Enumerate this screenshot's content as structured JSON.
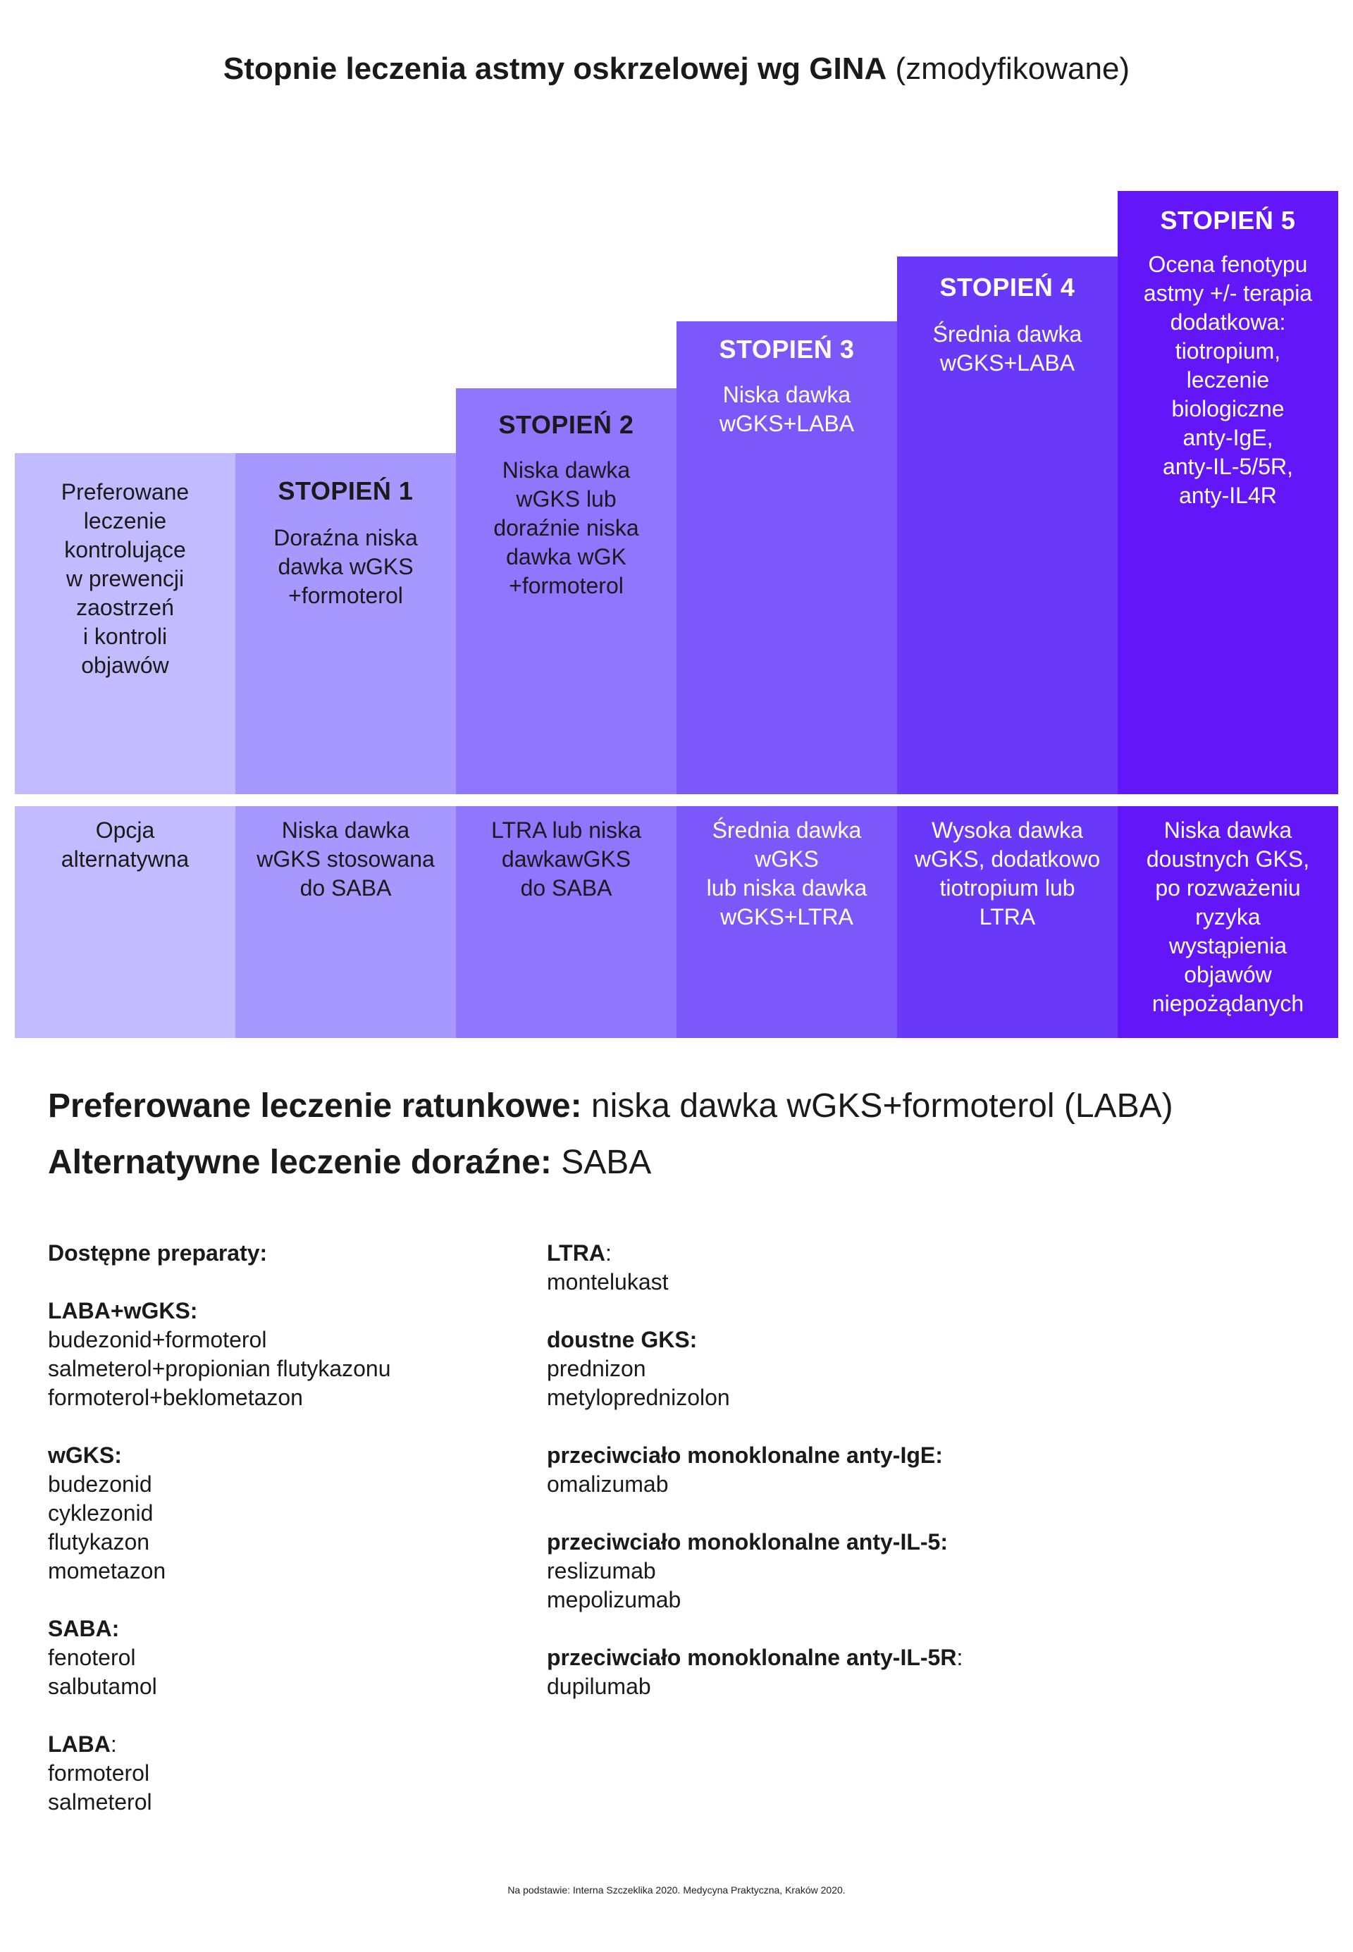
{
  "title": {
    "bold": "Stopnie leczenia astmy oskrzelowej wg GINA",
    "normal": " (zmodyfikowane)"
  },
  "colors": {
    "c0": "#c2bbff",
    "c1": "#a698ff",
    "c2": "#9075ff",
    "c3": "#7c58fb",
    "c4": "#6a38f8",
    "c5": "#6317f8"
  },
  "steps": [
    {
      "title": "",
      "desc": "Preferowane\nleczenie\nkontrolujące\nw prewencji\nzaostrzeń\ni kontroli\nobjawów"
    },
    {
      "title": "STOPIEŃ 1",
      "desc": "Doraźna niska\ndawka wGKS\n+formoterol"
    },
    {
      "title": "STOPIEŃ 2",
      "desc": "Niska dawka\nwGKS lub\ndoraźnie niska\ndawka wGK\n+formoterol"
    },
    {
      "title": "STOPIEŃ 3",
      "desc": "Niska dawka\nwGKS+LABA"
    },
    {
      "title": "STOPIEŃ 4",
      "desc": "Średnia dawka\nwGKS+LABA"
    },
    {
      "title": "STOPIEŃ 5",
      "desc": "Ocena fenotypu\nastmy +/- terapia\ndodatkowa:\ntiotropium,\nleczenie\nbiologiczne\nanty-IgE,\nanty-IL-5/5R,\nanty-IL4R"
    }
  ],
  "alternatives": [
    "Opcja\nalternatywna",
    "Niska dawka\nwGKS stosowana\ndo SABA",
    "LTRA lub niska\ndawkawGKS\ndo SABA",
    "Średnia dawka\nwGKS\nlub niska dawka\nwGKS+LTRA",
    "Wysoka dawka\nwGKS, dodatkowo\ntiotropium lub\nLTRA",
    "Niska dawka\ndoustnych GKS,\npo rozważeniu\nryzyka\nwystąpienia\nobjawów\nniepożądanych"
  ],
  "rescue": {
    "label": "Preferowane leczenie ratunkowe:",
    "value": " niska dawka wGKS+formoterol (LABA)"
  },
  "reliever": {
    "label": "Alternatywne leczenie doraźne:",
    "value": " SABA"
  },
  "preparations": {
    "heading": "Dostępne preparaty:",
    "left": [
      {
        "head": "LABA+wGKS",
        "colon": ":",
        "items": [
          "budezonid+formoterol",
          "salmeterol+propionian flutykazonu",
          "formoterol+beklometazon"
        ]
      },
      {
        "head": "wGKS",
        "colon": ":",
        "items": [
          "budezonid",
          "cyklezonid",
          "flutykazon",
          "mometazon"
        ]
      },
      {
        "head": "SABA",
        "colon": ":",
        "items": [
          "fenoterol",
          "salbutamol"
        ]
      },
      {
        "head": "LABA",
        "colon": ":",
        "items": [
          "formoterol",
          "salmeterol"
        ]
      }
    ],
    "right": [
      {
        "head": "LTRA",
        "colon": ":",
        "items": [
          "montelukast"
        ]
      },
      {
        "head": "doustne GKS",
        "colon": ":",
        "items": [
          "prednizon",
          "metyloprednizolon"
        ]
      },
      {
        "head": "przeciwciało monoklonalne anty-IgE",
        "colon": ":",
        "items": [
          "omalizumab"
        ]
      },
      {
        "head": "przeciwciało monoklonalne anty-IL-5",
        "colon": ":",
        "items": [
          "reslizumab",
          "mepolizumab"
        ]
      },
      {
        "head": "przeciwciało monoklonalne anty-IL-5R",
        "colon": ":",
        "items": [
          "dupilumab"
        ]
      }
    ]
  },
  "footer": "Na podstawie: Interna Szczeklika 2020. Medycyna Praktyczna, Kraków 2020."
}
